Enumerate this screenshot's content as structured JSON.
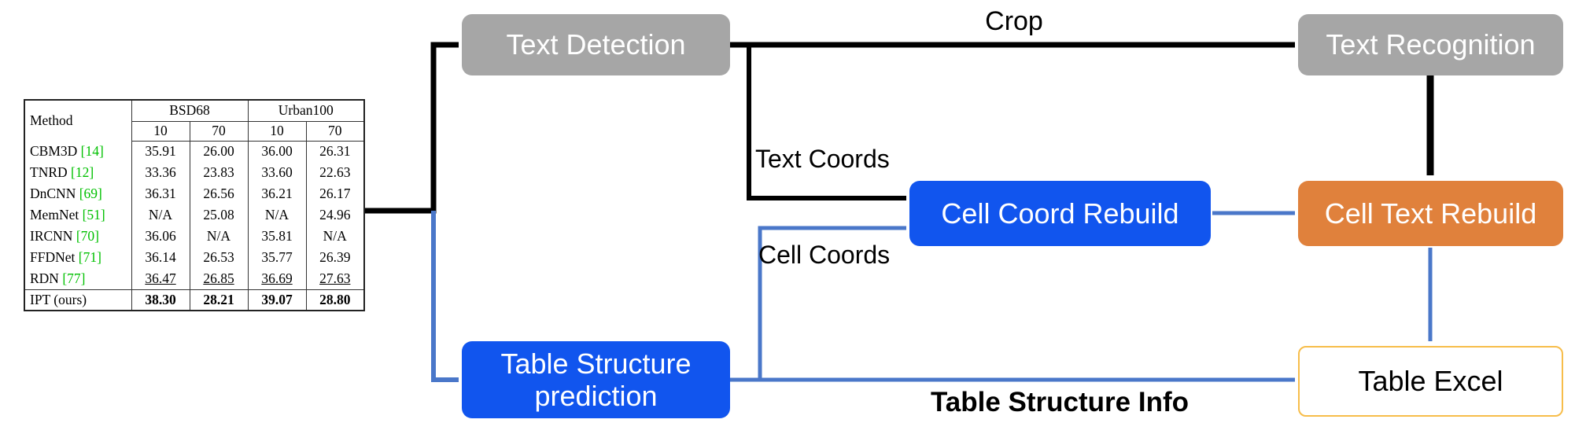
{
  "diagram": {
    "nodes": {
      "text_detection": {
        "label": "Text Detection",
        "color": "#a6a6a6"
      },
      "text_recognition": {
        "label": "Text Recognition",
        "color": "#a6a6a6"
      },
      "cell_coord_rebuild": {
        "label": "Cell Coord Rebuild",
        "color": "#1155ee"
      },
      "cell_text_rebuild": {
        "label": "Cell Text Rebuild",
        "color": "#e0813c"
      },
      "table_structure_prediction": {
        "label": "Table Structure prediction",
        "color": "#1155ee"
      },
      "table_excel": {
        "label": "Table Excel",
        "border_color": "#f7bd4a"
      }
    },
    "edge_labels": {
      "crop": "Crop",
      "text_coords": "Text Coords",
      "cell_coords": "Cell Coords",
      "table_structure_info": "Table Structure Info"
    },
    "arrow_colors": {
      "black": "#000000",
      "blue": "#4a77c9"
    }
  },
  "input_table": {
    "header": {
      "method": "Method",
      "groups": [
        {
          "label": "BSD68",
          "cols": [
            "10",
            "70"
          ]
        },
        {
          "label": "Urban100",
          "cols": [
            "10",
            "70"
          ]
        }
      ]
    },
    "citation_color": "#00c000",
    "rows": [
      {
        "method": "CBM3D",
        "cite": "[14]",
        "values": [
          "35.91",
          "26.00",
          "36.00",
          "26.31"
        ]
      },
      {
        "method": "TNRD",
        "cite": "[12]",
        "values": [
          "33.36",
          "23.83",
          "33.60",
          "22.63"
        ]
      },
      {
        "method": "DnCNN",
        "cite": "[69]",
        "values": [
          "36.31",
          "26.56",
          "36.21",
          "26.17"
        ]
      },
      {
        "method": "MemNet",
        "cite": "[51]",
        "values": [
          "N/A",
          "25.08",
          "N/A",
          "24.96"
        ]
      },
      {
        "method": "IRCNN",
        "cite": "[70]",
        "values": [
          "36.06",
          "N/A",
          "35.81",
          "N/A"
        ]
      },
      {
        "method": "FFDNet",
        "cite": "[71]",
        "values": [
          "36.14",
          "26.53",
          "35.77",
          "26.39"
        ]
      },
      {
        "method": "RDN",
        "cite": "[77]",
        "values": [
          "36.47",
          "26.85",
          "36.69",
          "27.63"
        ]
      },
      {
        "method": "IPT (ours)",
        "cite": "",
        "values": [
          "38.30",
          "28.21",
          "39.07",
          "28.80"
        ]
      }
    ]
  }
}
